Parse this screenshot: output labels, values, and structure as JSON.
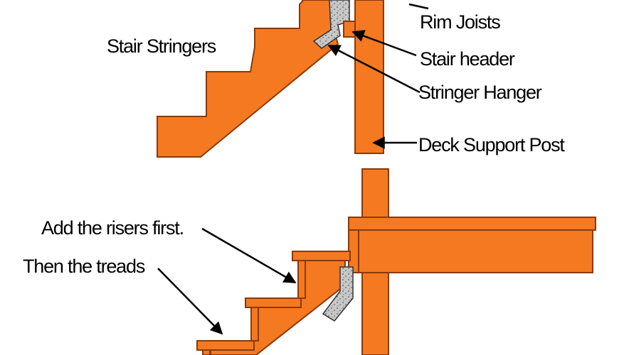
{
  "labels": {
    "rim_joists": "Rim Joists",
    "stair_stringers": "Stair Stringers",
    "stair_header": "Stair header",
    "stringer_hanger": "Stringer Hanger",
    "deck_support_post": "Deck Support Post",
    "add_risers": "Add the risers first.",
    "then_treads": "Then the treads"
  },
  "colors": {
    "wood": "#f47920",
    "outline": "#8a3a0a",
    "hanger": "#c8c8c8",
    "text": "#000000"
  }
}
